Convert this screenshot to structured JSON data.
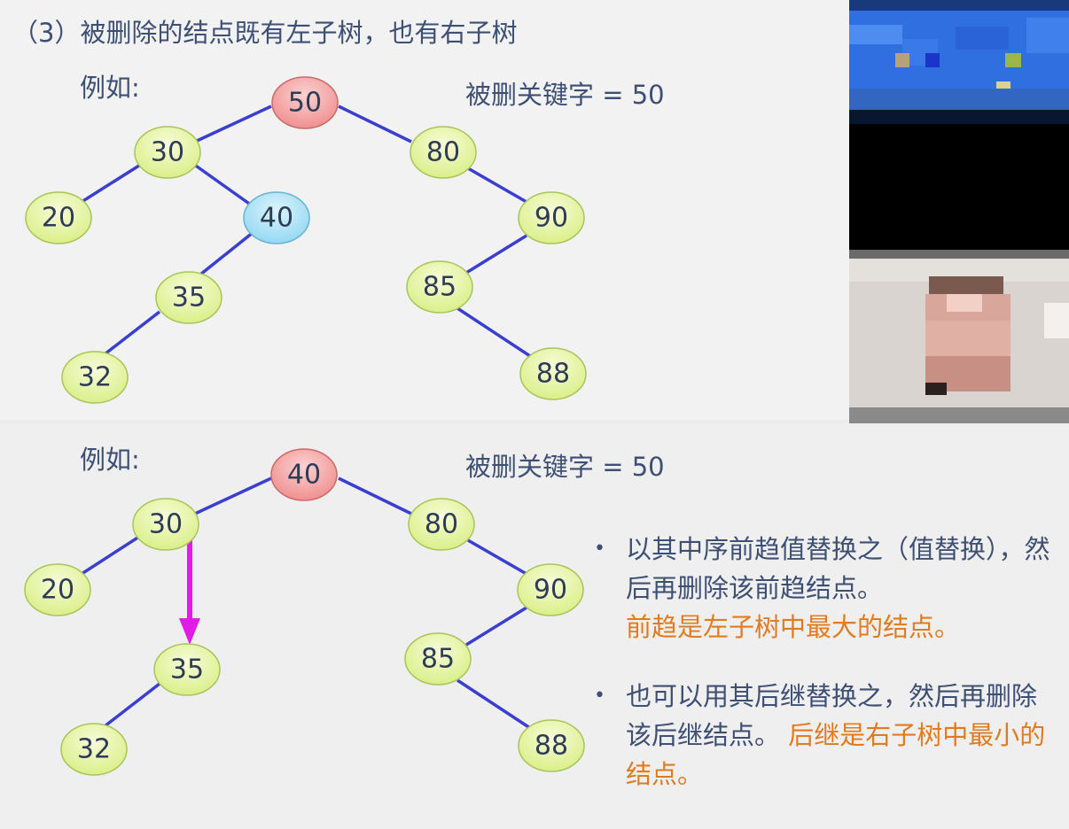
{
  "top": {
    "heading": "（3）被删除的结点既有左子树，也有右子树",
    "example_label": "例如:",
    "deleted_key_label": "被删关键字 = 50",
    "nodes": [
      "50",
      "30",
      "80",
      "20",
      "40",
      "90",
      "35",
      "85",
      "32",
      "88"
    ]
  },
  "bottom": {
    "example_label": "例如:",
    "deleted_key_label": "被删关键字 = 50",
    "nodes": [
      "40",
      "30",
      "80",
      "20",
      "90",
      "35",
      "85",
      "32",
      "88"
    ],
    "bullet1_text": "以其中序前趋值替换之（值替换），然后再删除该前趋结点。",
    "bullet1_highlight": "前趋是左子树中最大的结点。",
    "bullet2_text": "也可以用其后继替换之，然后再删除该后继结点。",
    "bullet2_highlight": "后继是右子树中最小的结点。"
  },
  "colors": {
    "green_node": "#e6f5a8",
    "pink_node": "#f7a7a7",
    "blue_node": "#a8e3f7",
    "edge": "#3a3fd0",
    "arrow": "#e21be6",
    "highlight": "#e07b1f"
  },
  "icons": {
    "bullet": "•"
  }
}
